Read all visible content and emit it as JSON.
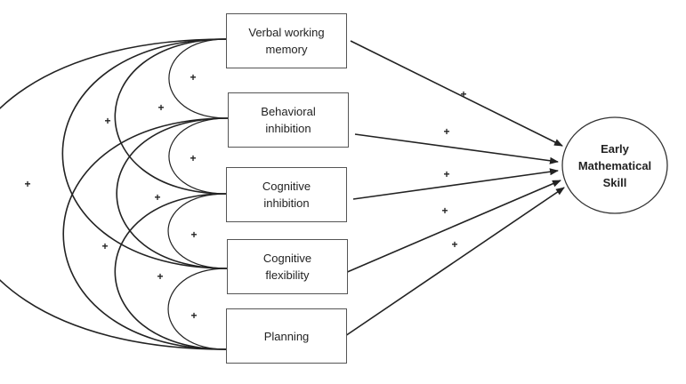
{
  "predictors": [
    {
      "id": "vwm",
      "label": "Verbal working\nmemory"
    },
    {
      "id": "bi",
      "label": "Behavioral\ninhibition"
    },
    {
      "id": "ci",
      "label": "Cognitive\ninhibition"
    },
    {
      "id": "cf",
      "label": "Cognitive\nflexibility"
    },
    {
      "id": "pl",
      "label": "Planning"
    }
  ],
  "outcome": {
    "label": "Early\nMathematical\nSkill"
  },
  "paths": [
    {
      "from": "vwm",
      "to": "outcome",
      "sign": "+"
    },
    {
      "from": "bi",
      "to": "outcome",
      "sign": "+"
    },
    {
      "from": "ci",
      "to": "outcome",
      "sign": "+"
    },
    {
      "from": "cf",
      "to": "outcome",
      "sign": "+"
    },
    {
      "from": "pl",
      "to": "outcome",
      "sign": "+"
    }
  ],
  "correlations": [
    {
      "a": "vwm",
      "b": "bi",
      "sign": "+"
    },
    {
      "a": "vwm",
      "b": "ci",
      "sign": "+"
    },
    {
      "a": "vwm",
      "b": "cf",
      "sign": "+"
    },
    {
      "a": "vwm",
      "b": "pl",
      "sign": "+"
    },
    {
      "a": "bi",
      "b": "ci",
      "sign": "+"
    },
    {
      "a": "bi",
      "b": "cf",
      "sign": "+"
    },
    {
      "a": "bi",
      "b": "pl",
      "sign": "+"
    },
    {
      "a": "ci",
      "b": "cf",
      "sign": "+"
    },
    {
      "a": "ci",
      "b": "pl",
      "sign": "+"
    },
    {
      "a": "cf",
      "b": "pl",
      "sign": "+"
    }
  ]
}
